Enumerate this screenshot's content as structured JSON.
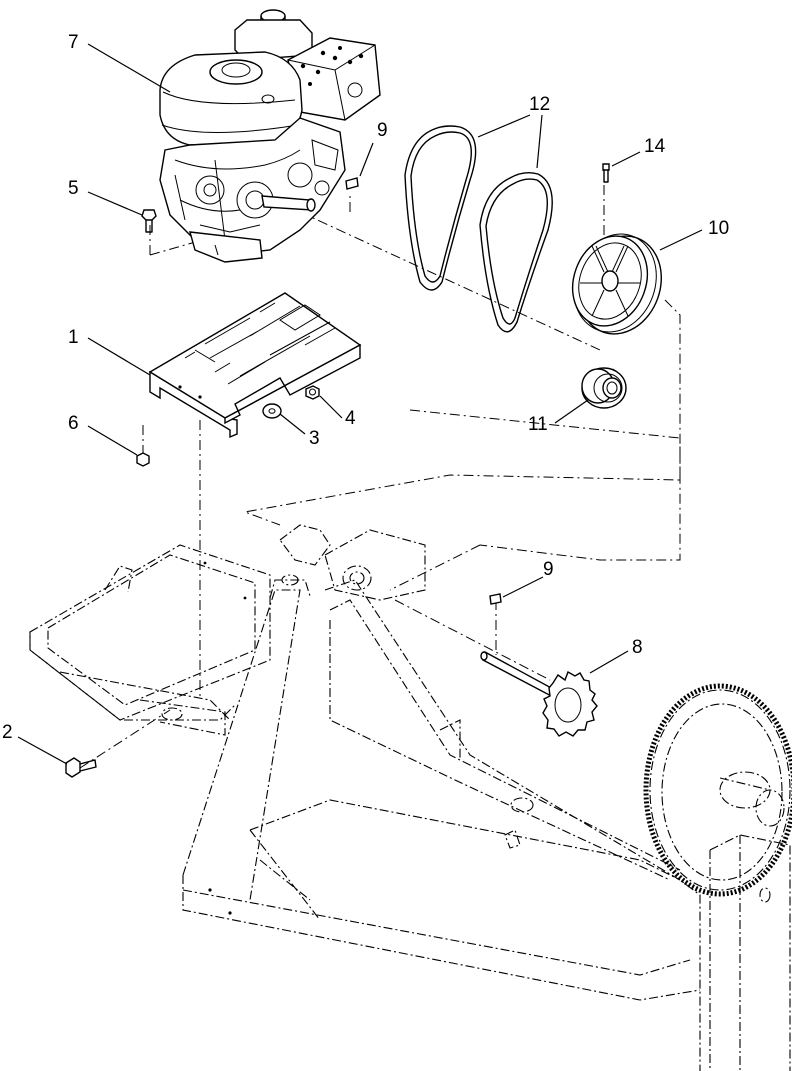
{
  "callouts": {
    "c1": "1",
    "c2": "2",
    "c3": "3",
    "c4": "4",
    "c5": "5",
    "c6": "6",
    "c7": "7",
    "c8": "8",
    "c9a": "9",
    "c9b": "9",
    "c10": "10",
    "c11": "11",
    "c12": "12",
    "c14": "14"
  }
}
